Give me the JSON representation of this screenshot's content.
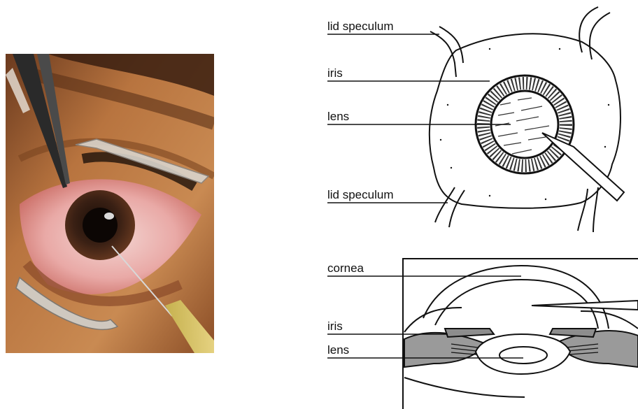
{
  "photo": {
    "subject": "eye-injection-photo"
  },
  "top_diagram": {
    "labels": {
      "lid_speculum_top": "lid speculum",
      "iris": "iris",
      "lens": "lens",
      "lid_speculum_bottom": "lid speculum"
    }
  },
  "bottom_diagram": {
    "labels": {
      "cornea": "cornea",
      "iris": "iris",
      "lens": "lens"
    }
  }
}
